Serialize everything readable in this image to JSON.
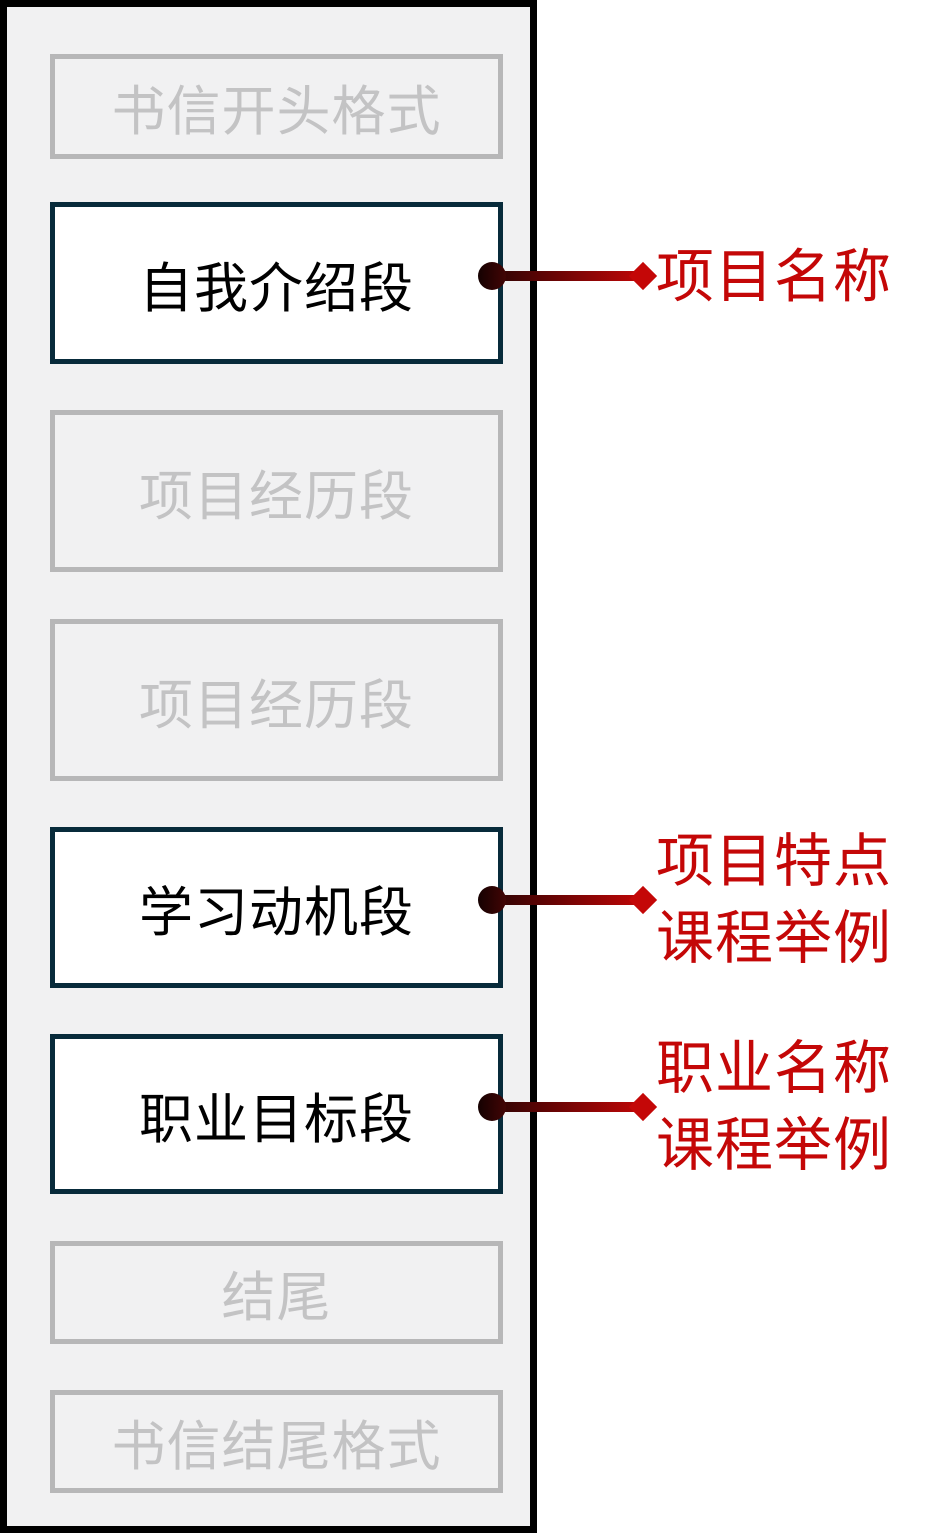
{
  "diagram": {
    "description": "Motivation letter structure outline with highlighted paragraphs and red callout annotations",
    "colors": {
      "page_background": "#ffffff",
      "column_background": "#f1f1f2",
      "column_border": "#000000",
      "inactive_border": "#b7b7b8",
      "inactive_text": "#c3c3c4",
      "active_border": "#082b3b",
      "active_fill": "#ffffff",
      "active_text": "#000000",
      "annotation_red": "#c40707",
      "connector_dark": "#150101"
    },
    "sections": [
      {
        "label": "书信开头格式",
        "state": "inactive"
      },
      {
        "label": "自我介绍段",
        "state": "active"
      },
      {
        "label": "项目经历段",
        "state": "inactive"
      },
      {
        "label": "项目经历段",
        "state": "inactive"
      },
      {
        "label": "学习动机段",
        "state": "active"
      },
      {
        "label": "职业目标段",
        "state": "active"
      },
      {
        "label": "结尾",
        "state": "inactive"
      },
      {
        "label": "书信结尾格式",
        "state": "inactive"
      }
    ],
    "annotations": [
      {
        "target": "自我介绍段",
        "lines": [
          "项目名称"
        ]
      },
      {
        "target": "学习动机段",
        "lines": [
          "项目特点",
          "课程举例"
        ]
      },
      {
        "target": "职业目标段",
        "lines": [
          "职业名称",
          "课程举例"
        ]
      }
    ]
  }
}
